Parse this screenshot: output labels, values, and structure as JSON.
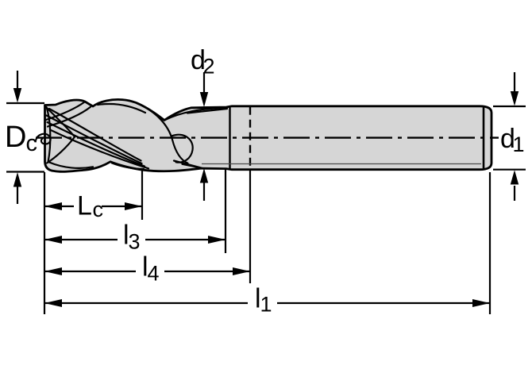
{
  "figure": {
    "type": "technical-drawing",
    "subject": "End mill cutter side view with diameter and length dimension callouts"
  },
  "labels": {
    "d2": {
      "base": "d",
      "sub": "2"
    },
    "dc": {
      "base": "D",
      "sub": "c"
    },
    "d1": {
      "base": "d",
      "sub": "1"
    },
    "lc": {
      "base": "L",
      "sub": "c"
    },
    "l3": {
      "base": "l",
      "sub": "3"
    },
    "l4": {
      "base": "l",
      "sub": "4"
    },
    "l1": {
      "base": "l",
      "sub": "1"
    }
  },
  "colors": {
    "background": "#ffffff",
    "body_fill": "#d6d6d6",
    "line": "#000000"
  }
}
